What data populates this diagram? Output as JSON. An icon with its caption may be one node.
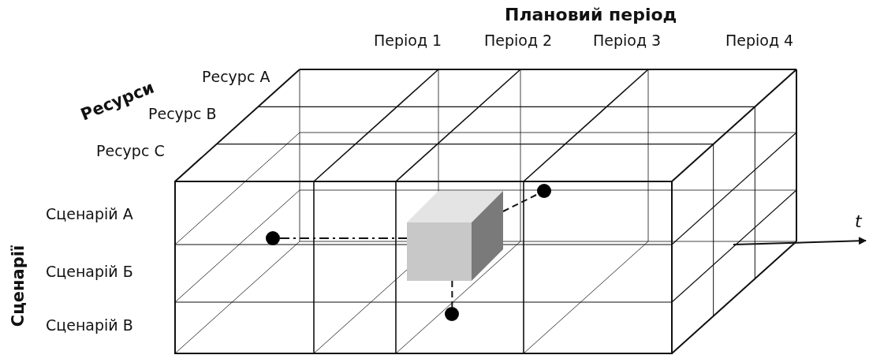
{
  "diagram": {
    "title": "Плановий період",
    "nodes": [
      {
        "text": [],
        "shape": "box"
      },
      {
        "text": [],
        "shape": "circle"
      },
      {
        "text": [],
        "shape": "circle"
      },
      {
        "text": [],
        "shape": "circle"
      }
    ],
    "edges": [
      {
        "from": 1,
        "to": 0,
        "arrow": "none",
        "style": "dashed"
      },
      {
        "from": 0,
        "to": 2,
        "arrow": "none",
        "style": "dashed"
      },
      {
        "from": 0,
        "to": 3,
        "arrow": "none",
        "style": "dashed"
      }
    ],
    "labels": [
      "Період 1",
      "Період 2",
      "Період 3",
      "Період 4",
      "Ресурси",
      "Ресурс А",
      "Ресурс В",
      "Ресурс С",
      "Сценарії",
      "Сценарій А",
      "Сценарій Б",
      "Сценарій В",
      "t"
    ]
  }
}
